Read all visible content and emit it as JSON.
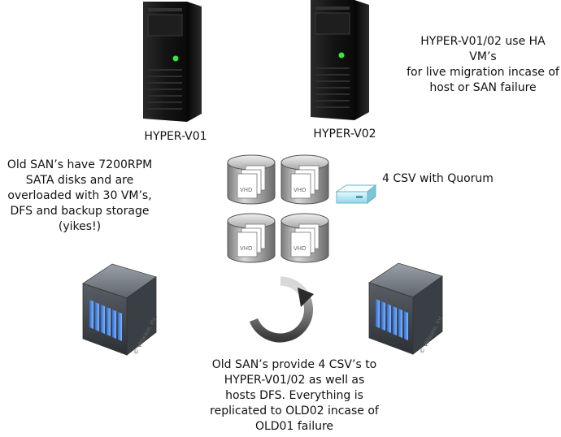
{
  "servers": {
    "left_label": "HYPER-V01",
    "right_label": "HYPER-V02"
  },
  "notes": {
    "top_right": [
      "HYPER-V01/02 use HA VM’s",
      "for live migration incase of",
      "host or SAN failure"
    ],
    "left": [
      "Old SAN’s have 7200RPM",
      "SATA disks and are",
      "overloaded with 30 VM’s,",
      "DFS and backup storage",
      "(yikes!)"
    ],
    "bottom": [
      "Old SAN’s provide 4 CSV’s to",
      "HYPER-V01/02 as well as",
      "hosts DFS.  Everything is",
      "replicated to OLD02 incase of",
      "OLD01 failure"
    ]
  },
  "csv": {
    "label": "4 CSV with Quorum",
    "disk_file_label": "VHD"
  },
  "san": {
    "watermark": "© VMware, Inc."
  }
}
